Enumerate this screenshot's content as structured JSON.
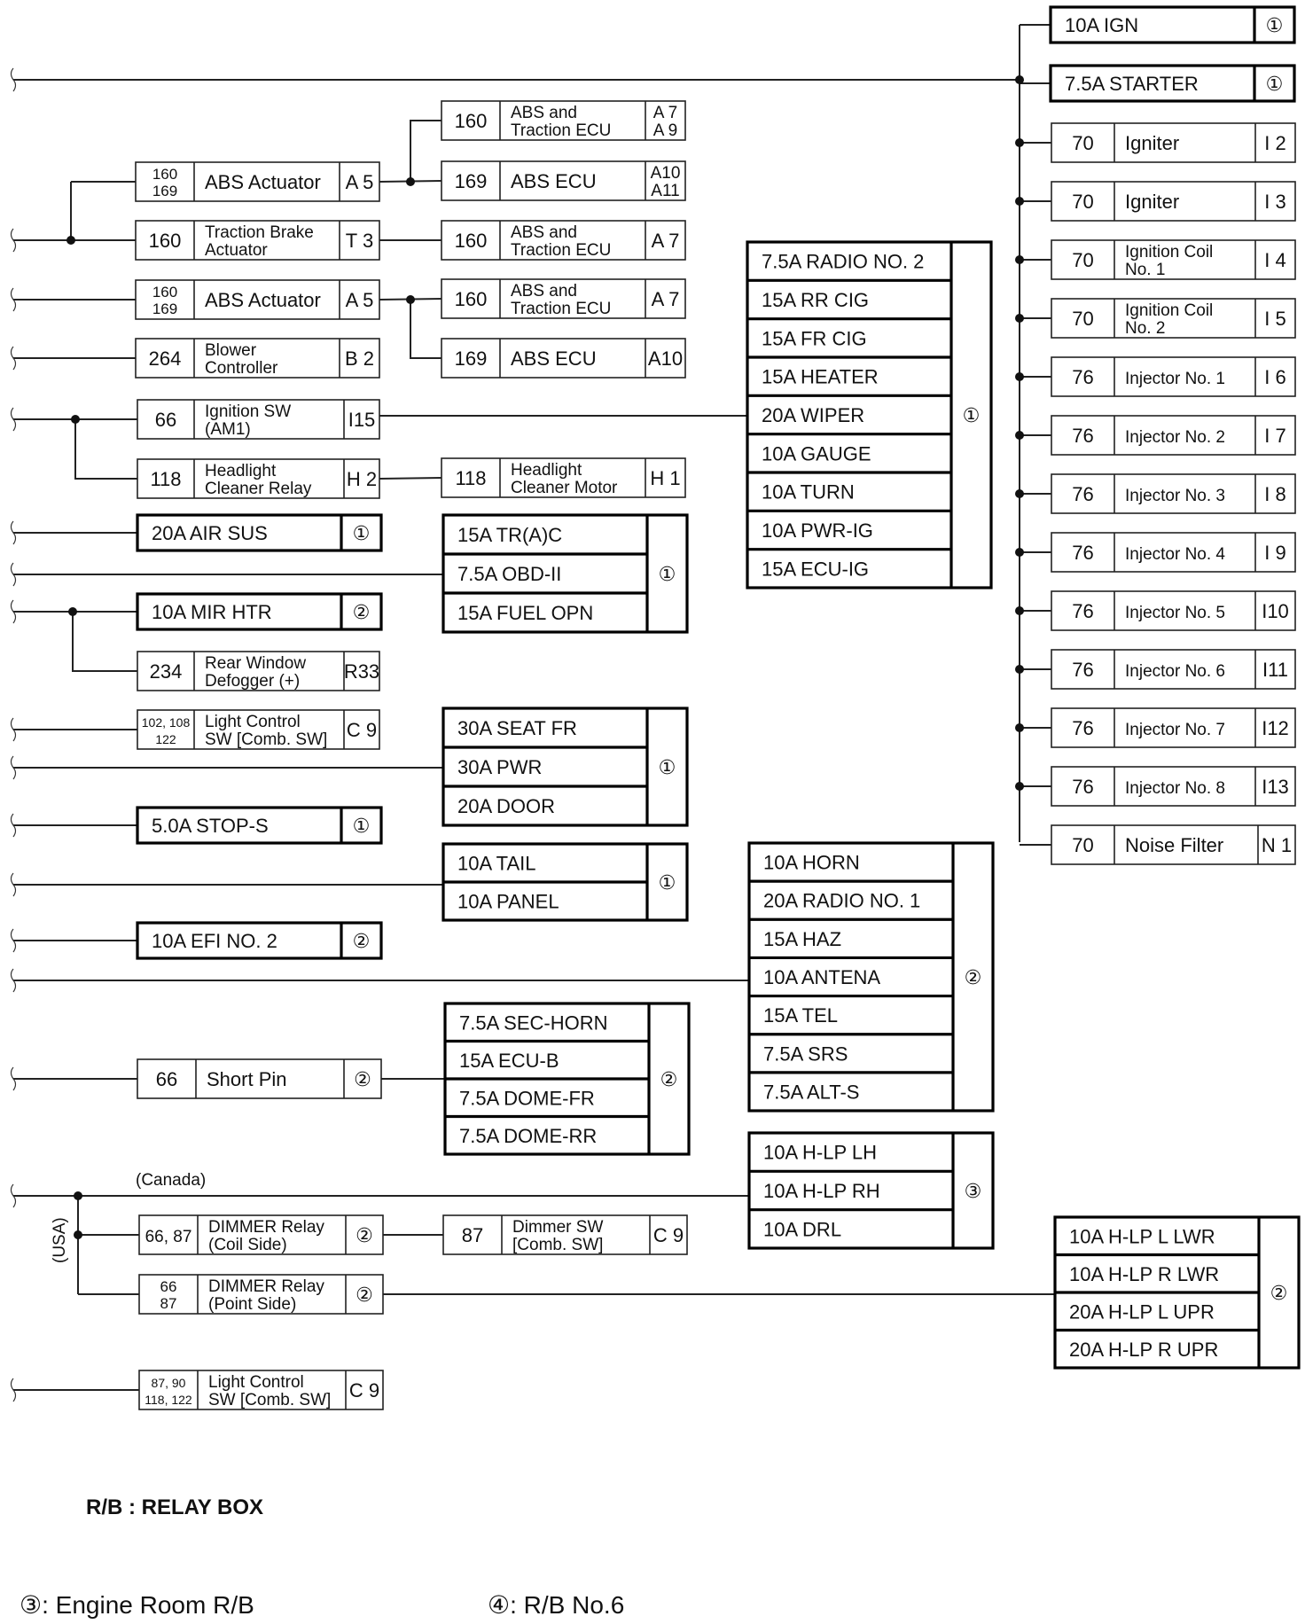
{
  "wire_connectors": [
    {
      "pins": [
        "160",
        "169"
      ],
      "name": [
        "ABS Actuator"
      ],
      "code": "A 5"
    },
    {
      "pins": [
        "160"
      ],
      "name": [
        "Traction Brake",
        "Actuator"
      ],
      "code": "T 3"
    },
    {
      "pins": [
        "160",
        "169"
      ],
      "name": [
        "ABS Actuator"
      ],
      "code": "A 5"
    },
    {
      "pins": [
        "264"
      ],
      "name": [
        "Blower",
        "Controller"
      ],
      "code": "B 2"
    },
    {
      "pins": [
        "66"
      ],
      "name": [
        "Ignition SW",
        "(AM1)"
      ],
      "code": "I15"
    },
    {
      "pins": [
        "118"
      ],
      "name": [
        "Headlight",
        "Cleaner Relay"
      ],
      "code": "H 2"
    },
    {
      "pins": [
        "234"
      ],
      "name": [
        "Rear Window",
        "Defogger (+)"
      ],
      "code": "R33"
    },
    {
      "pins": [
        "102, 108",
        "122"
      ],
      "name": [
        "Light Control",
        "SW [Comb. SW]"
      ],
      "code": "C 9"
    },
    {
      "pins": [
        "66"
      ],
      "name": [
        "Short Pin"
      ],
      "code": "②"
    },
    {
      "pins": [
        "66, 87"
      ],
      "name": [
        "DIMMER Relay",
        "(Coil Side)"
      ],
      "code": "②"
    },
    {
      "pins": [
        "66",
        "87"
      ],
      "name": [
        "DIMMER Relay",
        "(Point Side)"
      ],
      "code": "②"
    },
    {
      "pins": [
        "87, 90",
        "118, 122"
      ],
      "name": [
        "Light Control",
        "SW [Comb. SW]"
      ],
      "code": "C 9"
    },
    {
      "pins": [
        "160"
      ],
      "name": [
        "ABS and",
        "Traction ECU"
      ],
      "code": "A 7\nA 9"
    },
    {
      "pins": [
        "169"
      ],
      "name": [
        "ABS ECU"
      ],
      "code": "A10\nA11"
    },
    {
      "pins": [
        "160"
      ],
      "name": [
        "ABS and",
        "Traction ECU"
      ],
      "code": "A 7"
    },
    {
      "pins": [
        "160"
      ],
      "name": [
        "ABS and",
        "Traction ECU"
      ],
      "code": "A 7"
    },
    {
      "pins": [
        "169"
      ],
      "name": [
        "ABS ECU"
      ],
      "code": "A10"
    },
    {
      "pins": [
        "118"
      ],
      "name": [
        "Headlight",
        "Cleaner Motor"
      ],
      "code": "H 1"
    },
    {
      "pins": [
        "87"
      ],
      "name": [
        "Dimmer SW",
        "[Comb. SW]"
      ],
      "code": "C 9"
    },
    {
      "pins": [
        "70"
      ],
      "name": [
        "Igniter"
      ],
      "code": "I 2"
    },
    {
      "pins": [
        "70"
      ],
      "name": [
        "Igniter"
      ],
      "code": "I 3"
    },
    {
      "pins": [
        "70"
      ],
      "name": [
        "Ignition Coil",
        "No. 1"
      ],
      "code": "I 4"
    },
    {
      "pins": [
        "70"
      ],
      "name": [
        "Ignition Coil",
        "No. 2"
      ],
      "code": "I 5"
    },
    {
      "pins": [
        "76"
      ],
      "name": [
        "Injector No. 1"
      ],
      "code": "I 6"
    },
    {
      "pins": [
        "76"
      ],
      "name": [
        "Injector No. 2"
      ],
      "code": "I 7"
    },
    {
      "pins": [
        "76"
      ],
      "name": [
        "Injector No. 3"
      ],
      "code": "I 8"
    },
    {
      "pins": [
        "76"
      ],
      "name": [
        "Injector No. 4"
      ],
      "code": "I 9"
    },
    {
      "pins": [
        "76"
      ],
      "name": [
        "Injector No. 5"
      ],
      "code": "I10"
    },
    {
      "pins": [
        "76"
      ],
      "name": [
        "Injector No. 6"
      ],
      "code": "I11"
    },
    {
      "pins": [
        "76"
      ],
      "name": [
        "Injector No. 7"
      ],
      "code": "I12"
    },
    {
      "pins": [
        "76"
      ],
      "name": [
        "Injector No. 8"
      ],
      "code": "I13"
    },
    {
      "pins": [
        "70"
      ],
      "name": [
        "Noise Filter"
      ],
      "code": "N 1"
    }
  ],
  "fuses": [
    {
      "items": [
        "10A IGN"
      ],
      "code": "①"
    },
    {
      "items": [
        "7.5A STARTER"
      ],
      "code": "①"
    },
    {
      "items": [
        "20A AIR SUS"
      ],
      "code": "①"
    },
    {
      "items": [
        "10A MIR HTR"
      ],
      "code": "②"
    },
    {
      "items": [
        "5.0A STOP-S"
      ],
      "code": "①"
    },
    {
      "items": [
        "10A EFI NO. 2"
      ],
      "code": "②"
    },
    {
      "items": [
        "15A TR(A)C",
        "7.5A OBD-II",
        "15A FUEL OPN"
      ],
      "code": "①"
    },
    {
      "items": [
        "30A SEAT FR",
        "30A PWR",
        "20A DOOR"
      ],
      "code": "①"
    },
    {
      "items": [
        "10A TAIL",
        "10A PANEL"
      ],
      "code": "①"
    },
    {
      "items": [
        "7.5A SEC-HORN",
        "15A ECU-B",
        "7.5A DOME-FR",
        "7.5A DOME-RR"
      ],
      "code": "②"
    },
    {
      "items": [
        "7.5A RADIO NO. 2",
        "15A RR CIG",
        "15A FR CIG",
        "15A HEATER",
        "20A WIPER",
        "10A GAUGE",
        "10A TURN",
        "10A PWR-IG",
        "15A ECU-IG"
      ],
      "code": "①"
    },
    {
      "items": [
        "10A HORN",
        "20A RADIO NO. 1",
        "15A HAZ",
        "10A ANTENA",
        "15A TEL",
        "7.5A SRS",
        "7.5A ALT-S"
      ],
      "code": "②"
    },
    {
      "items": [
        "10A H-LP LH",
        "10A H-LP RH",
        "10A DRL"
      ],
      "code": "③"
    },
    {
      "items": [
        "10A H-LP L LWR",
        "10A H-LP R LWR",
        "20A H-LP L UPR",
        "20A H-LP R UPR"
      ],
      "code": "②"
    }
  ],
  "labels": {
    "canada": "(Canada)",
    "usa": "(USA)"
  },
  "legend": {
    "rb": "R/B : RELAY BOX",
    "engine_room": "③: Engine Room R/B",
    "rb6": "④: R/B No.6"
  }
}
